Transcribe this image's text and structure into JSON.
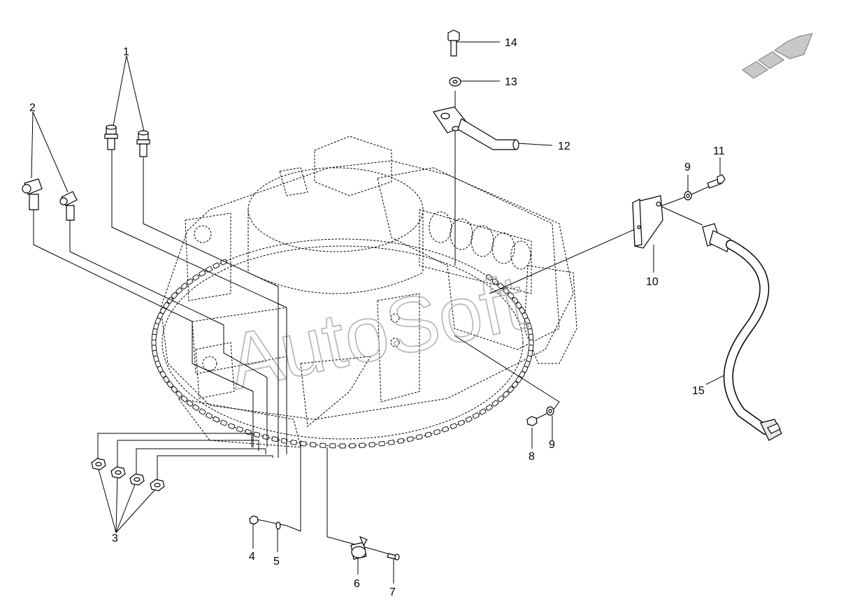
{
  "watermark": "AutoSoft",
  "callouts": [
    {
      "id": "c1",
      "text": "1"
    },
    {
      "id": "c2",
      "text": "2"
    },
    {
      "id": "c3",
      "text": "3"
    },
    {
      "id": "c4",
      "text": "4"
    },
    {
      "id": "c5",
      "text": "5"
    },
    {
      "id": "c6",
      "text": "6"
    },
    {
      "id": "c7",
      "text": "7"
    },
    {
      "id": "c8",
      "text": "8"
    },
    {
      "id": "c9a",
      "text": "9"
    },
    {
      "id": "c9b",
      "text": "9"
    },
    {
      "id": "c10",
      "text": "10"
    },
    {
      "id": "c11",
      "text": "11"
    },
    {
      "id": "c12",
      "text": "12"
    },
    {
      "id": "c13",
      "text": "13"
    },
    {
      "id": "c14",
      "text": "14"
    },
    {
      "id": "c15",
      "text": "15"
    }
  ],
  "colors": {
    "line": "#000000",
    "watermark": "#9a9a9a",
    "arrow_fill": "#c8c8c8"
  },
  "icons": {
    "orientation": "direction-arrow-icon"
  }
}
